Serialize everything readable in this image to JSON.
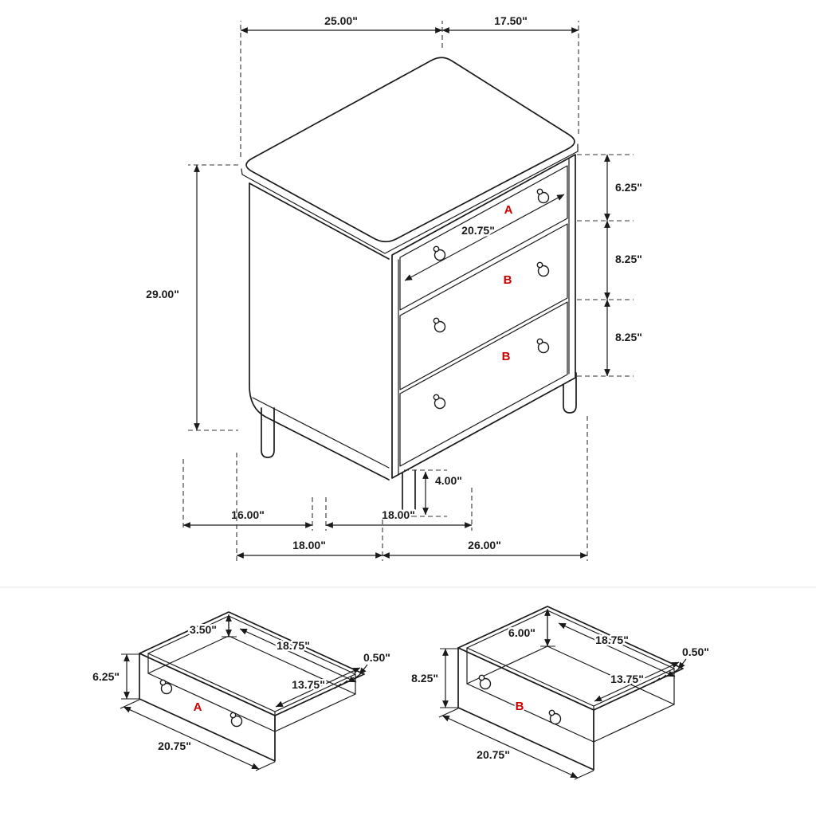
{
  "page": {
    "background": "#ffffff"
  },
  "colors": {
    "line": "#1a1a1a",
    "dimension_text": "#1a1a1a",
    "drawer_label_accent": "#cc0000",
    "divider": "#e3e3e3"
  },
  "chest_view": {
    "description": "3-drawer chest isometric dimension drawing",
    "drawer_labels": {
      "top": "A",
      "middle": "B",
      "bottom": "B"
    },
    "dimensions": {
      "top_width": "25.00\"",
      "top_depth": "17.50\"",
      "top_drawer_height": "6.25\"",
      "middle_drawer_height": "8.25\"",
      "bottom_drawer_height": "8.25\"",
      "overall_height": "29.00\"",
      "drawer_front_width": "20.75\"",
      "leg_height": "4.00\"",
      "base_inner_left": "16.00\"",
      "base_inner_right": "18.00\"",
      "base_outer_left": "18.00\"",
      "base_outer_right": "26.00\""
    }
  },
  "drawer_a_view": {
    "label": "A",
    "dimensions": {
      "box_side_height": "3.50\"",
      "inner_width": "18.75\"",
      "side_thickness": "0.50\"",
      "inner_depth": "13.75\"",
      "front_height": "6.25\"",
      "front_width": "20.75\""
    }
  },
  "drawer_b_view": {
    "label": "B",
    "dimensions": {
      "box_side_height": "6.00\"",
      "inner_width": "18.75\"",
      "side_thickness": "0.50\"",
      "inner_depth": "13.75\"",
      "front_height": "8.25\"",
      "front_width": "20.75\""
    }
  }
}
